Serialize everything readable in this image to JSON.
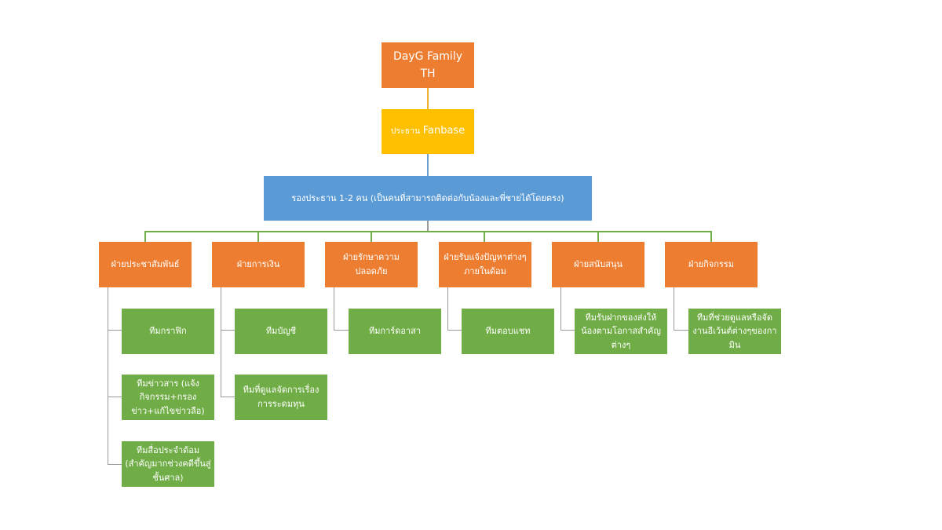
{
  "diagram": {
    "root": {
      "label": "DayG Family TH"
    },
    "president": {
      "prefix": "ประธาน",
      "label": "Fanbase"
    },
    "vice": {
      "label": "รองประธาน 1-2 คน (เป็นคนที่สามารถติดต่อกับน้องและพี่ชายได้โดยตรง)"
    },
    "departments": [
      {
        "label": "ฝ่ายประชาสัมพันธ์",
        "teams": [
          "ทีมกราฟิก",
          "ทีมข่าวสาร (แจ้งกิจกรรม+กรองข่าว+แก้ไขข่าวลือ)",
          "ทีมสื่อประจำด้อม (สำคัญมากช่วงคดีขึ้นสู่ชั้นศาล)"
        ]
      },
      {
        "label": "ฝ่ายการเงิน",
        "teams": [
          "ทีมบัญชี",
          "ทีมที่ดูแลจัดการเรื่องการระดมทุน"
        ]
      },
      {
        "label": "ฝ่ายรักษาความปลอดภัย",
        "teams": [
          "ทีมการ์ดอาสา"
        ]
      },
      {
        "label": "ฝ่ายรับแจ้งปัญหาต่างๆภายในด้อม",
        "teams": [
          "ทีมตอบแชท"
        ]
      },
      {
        "label": "ฝ่ายสนับสนุน",
        "teams": [
          "ทีมรับฝากของส่งให้น้องตามโอกาสสำคัญต่างๆ"
        ]
      },
      {
        "label": "ฝ่ายกิจกรรม",
        "teams": [
          "ทีมที่ช่วยดูแลหรือจัดงานอีเว้นต์ต่างๆของกามิน"
        ]
      }
    ]
  },
  "colors": {
    "root": "#ed7d31",
    "president": "#ffc000",
    "vice": "#5b9bd5",
    "department": "#ed7d31",
    "team": "#70ad47",
    "connector": "#70ad47"
  }
}
